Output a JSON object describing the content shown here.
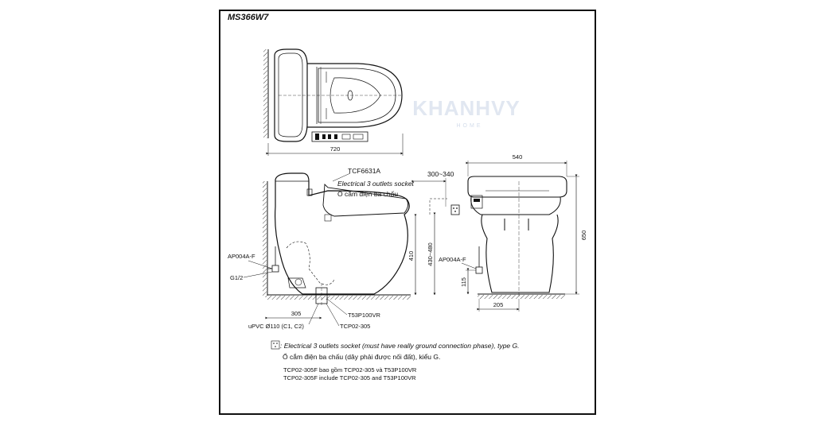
{
  "title": "MS366W7",
  "watermark": {
    "brand": "KHANHVY",
    "sub": "HOME"
  },
  "top_view": {
    "width_dim": "720"
  },
  "side_view": {
    "seat_model": "TCF6631A",
    "socket_en": "Electrical 3 outlets socket",
    "socket_vi": "Ổ cắm điện ba chấu",
    "socket_offset": "300~340",
    "valve_left": "AP004A-F",
    "inlet": "G1/2",
    "rough_in": "305",
    "pipe": "uPVC Ø110 (C1, C2)",
    "part_t53": "T53P100VR",
    "part_tcp": "TCP02-305",
    "height_seat": "410",
    "height_socket": "430~480"
  },
  "front_view": {
    "width_dim": "540",
    "height_dim": "650",
    "valve_right": "AP004A-F",
    "valve_height": "115",
    "valve_offset": "205"
  },
  "notes": {
    "symbol_en": ": Electrical 3 outlets socket (must have really ground connection phase), type G.",
    "symbol_vi": "Ổ cắm điện ba chấu (dây phải được nối đất), kiểu G.",
    "line1": "TCP02-305F bao gồm TCP02-305 và T53P100VR",
    "line2": "TCP02-305F include TCP02-305 and T53P100VR"
  },
  "colors": {
    "line": "#111111",
    "frame": "#111111",
    "watermark": "#c9d4e6"
  }
}
